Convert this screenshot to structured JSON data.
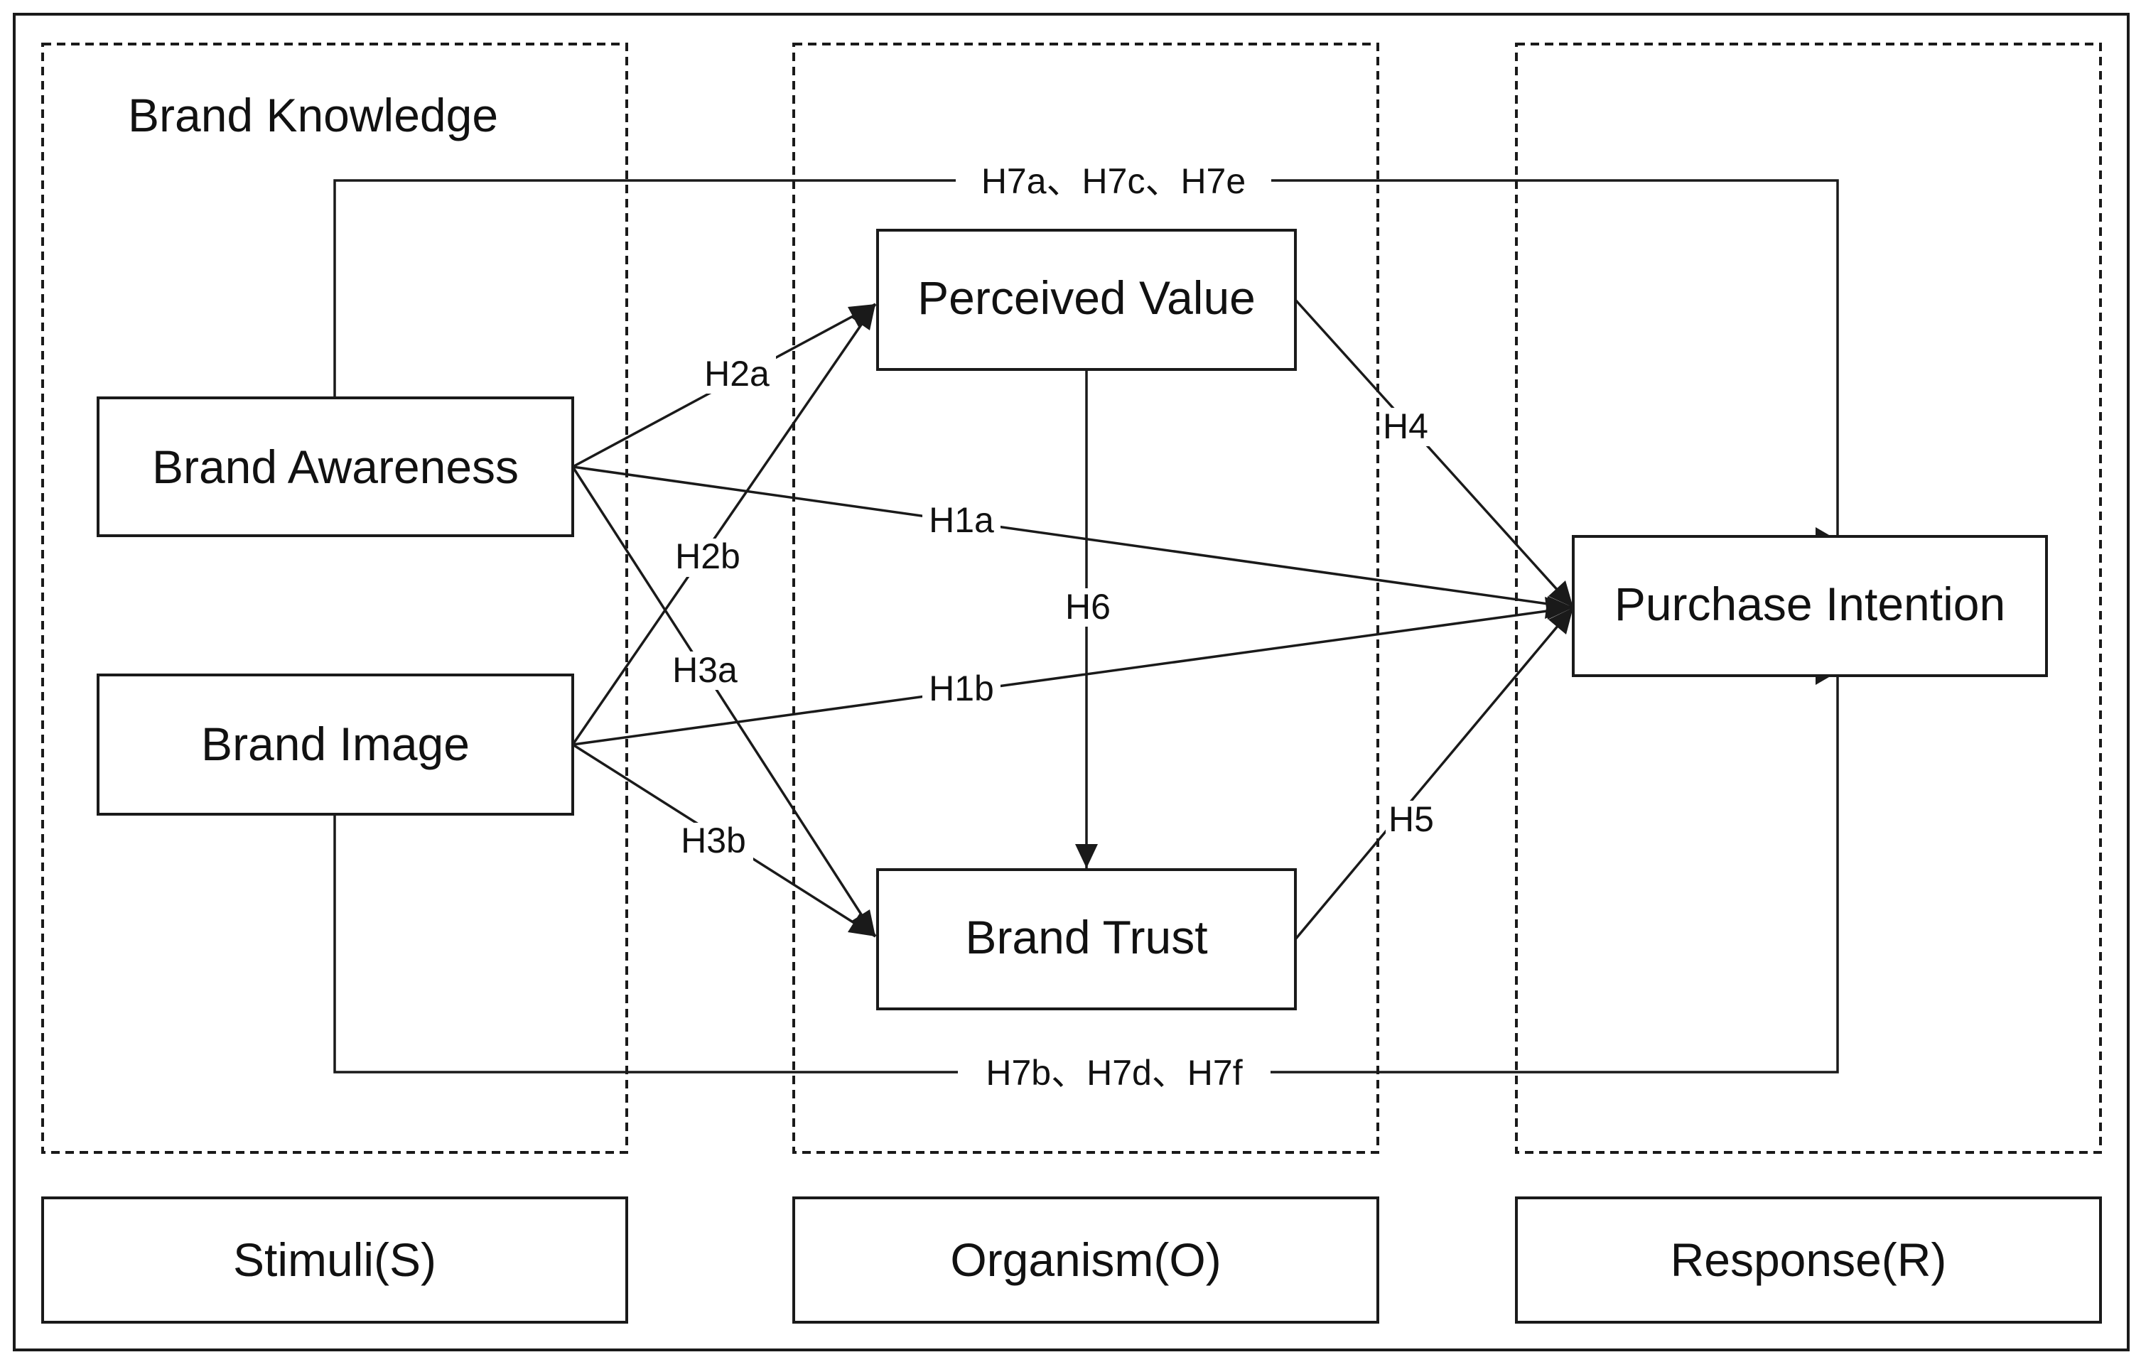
{
  "diagram": {
    "group_title": "Brand Knowledge",
    "nodes": {
      "brand_awareness": "Brand Awareness",
      "brand_image": "Brand Image",
      "perceived_value": "Perceived Value",
      "brand_trust": "Brand Trust",
      "purchase_intention": "Purchase Intention"
    },
    "stages": {
      "stimuli": "Stimuli(S)",
      "organism": "Organism(O)",
      "response": "Response(R)"
    },
    "hypotheses": {
      "h1a": "H1a",
      "h1b": "H1b",
      "h2a": "H2a",
      "h2b": "H2b",
      "h3a": "H3a",
      "h3b": "H3b",
      "h4": "H4",
      "h5": "H5",
      "h6": "H6",
      "h7_top": "H7a、H7c、H7e",
      "h7_bottom": "H7b、H7d、H7f"
    }
  }
}
